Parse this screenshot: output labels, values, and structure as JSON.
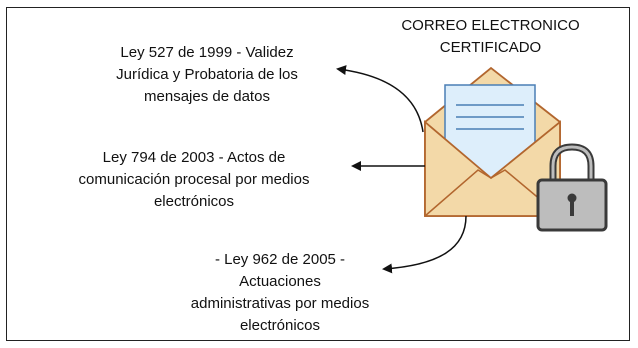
{
  "title": {
    "line1": "CORREO ELECTRONICO",
    "line2": "CERTIFICADO"
  },
  "laws": [
    {
      "lines": [
        "Ley 527 de 1999 - Validez",
        "Jurídica y Probatoria de los",
        "mensajes de datos"
      ]
    },
    {
      "lines": [
        "Ley 794 de 2003 - Actos de",
        "comunicación procesal por medios",
        "electrónicos"
      ]
    },
    {
      "lines": [
        "- Ley 962 de 2005 -",
        "Actuaciones",
        "administrativas por medios",
        "electrónicos"
      ]
    }
  ],
  "icons": [
    "envelope-icon",
    "letter-icon",
    "padlock-icon"
  ],
  "colors": {
    "envelope_fill": "#F3D9A8",
    "envelope_dark": "#E8C487",
    "envelope_stroke": "#B2662E",
    "letter_fill": "#DDEEFB",
    "letter_lines": "#4A7FB5",
    "padlock_fill": "#BDBDBD",
    "padlock_stroke": "#3A3A3A",
    "text": "#111111"
  }
}
